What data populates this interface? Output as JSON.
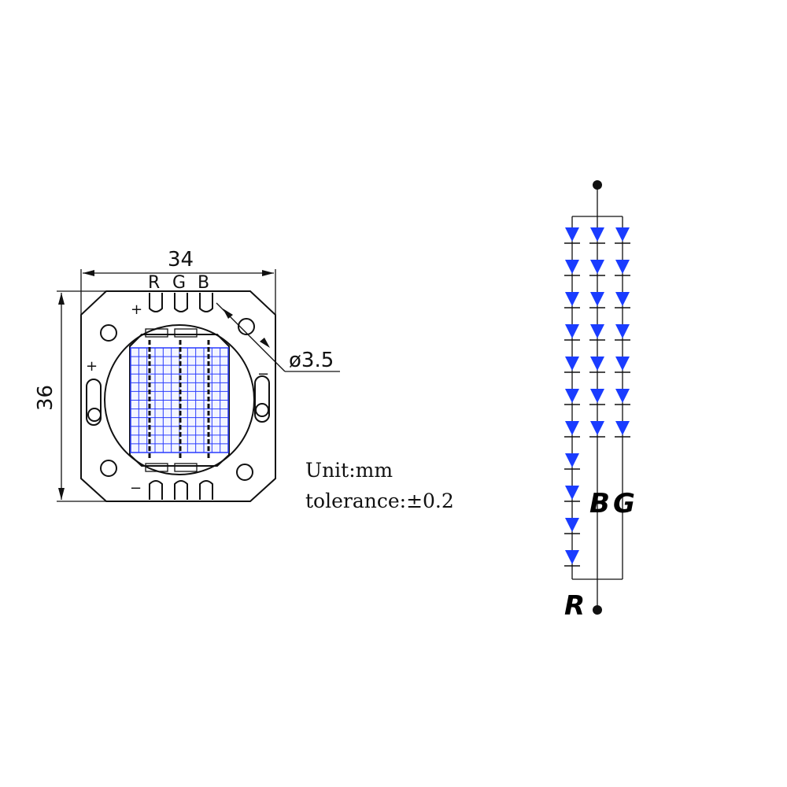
{
  "drawing": {
    "width_label": "34",
    "height_label": "36",
    "hole_label": "ø3.5",
    "pins": [
      "R",
      "G",
      "B"
    ],
    "plus_top": "+",
    "plus_left": "+",
    "minus_right": "−",
    "minus_bottom": "−"
  },
  "notes": {
    "unit": "Unit:mm",
    "tolerance": "tolerance:±0.2"
  },
  "schematic": {
    "channels": [
      {
        "name": "R",
        "leds": 11
      },
      {
        "name": "B",
        "leds": 7
      },
      {
        "name": "G",
        "leds": 7
      }
    ],
    "led_color": "#1a3cff"
  },
  "colors": {
    "chip_grid": "#2a3cff",
    "line": "#111111"
  }
}
